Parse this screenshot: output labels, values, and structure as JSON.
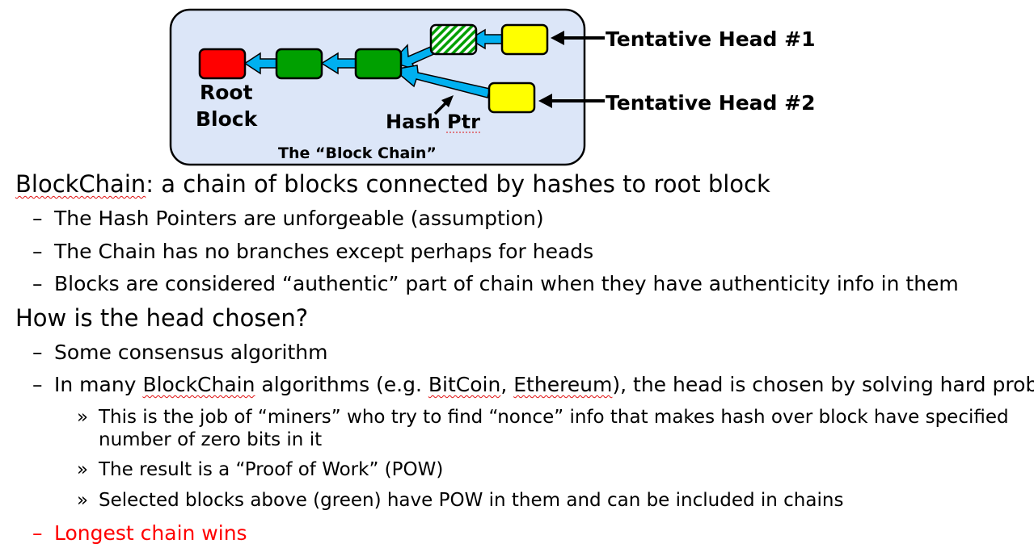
{
  "diagram": {
    "box_title": "The “Block Chain”",
    "root_label_1": "Root",
    "root_label_2": "Block",
    "hash_ptr_label_1": "Hash ",
    "hash_ptr_label_2": "Ptr",
    "head1_label": "Tentative Head #1",
    "head2_label": "Tentative Head #2",
    "colors": {
      "box_fill": "#dce6f8",
      "root_block": "#ff0000",
      "valid_block": "#00a000",
      "tentative_block": "#ffff00",
      "arrow": "#00b0f0"
    }
  },
  "bullets": {
    "b1": {
      "term": "BlockChain",
      "rest": ": a chain of blocks connected by hashes to root block"
    },
    "b1a": {
      "dash": "–",
      "text": "The Hash Pointers are unforgeable (assumption)"
    },
    "b1b": {
      "dash": "–",
      "text": "The Chain has no branches except perhaps for heads"
    },
    "b1c": {
      "dash": "–",
      "text": "Blocks are considered “authentic” part of chain when they have authenticity info in them"
    },
    "b2": {
      "text": "How is the head chosen?"
    },
    "b2a": {
      "dash": "–",
      "text": "Some consensus algorithm"
    },
    "b2b": {
      "dash": "–",
      "t1": "In many ",
      "w1": "BlockChain",
      "t2": " algorithms (e.g. ",
      "w2": "BitCoin",
      "t3": ", ",
      "w3": "Ethereum",
      "t4": "), the head is chosen by solving hard problem"
    },
    "b2b1": {
      "mark": "»",
      "text_1": "This is the job of “miners” who try to find “nonce” info that makes hash over block have specified",
      "text_2": "number of zero bits in it"
    },
    "b2b2": {
      "mark": "»",
      "text": "The result is a “Proof of Work” (POW)"
    },
    "b2b3": {
      "mark": "»",
      "text": "Selected blocks above (green) have POW in them and can be included in chains"
    },
    "b2c": {
      "dash": "–",
      "text": "Longest chain wins"
    }
  }
}
